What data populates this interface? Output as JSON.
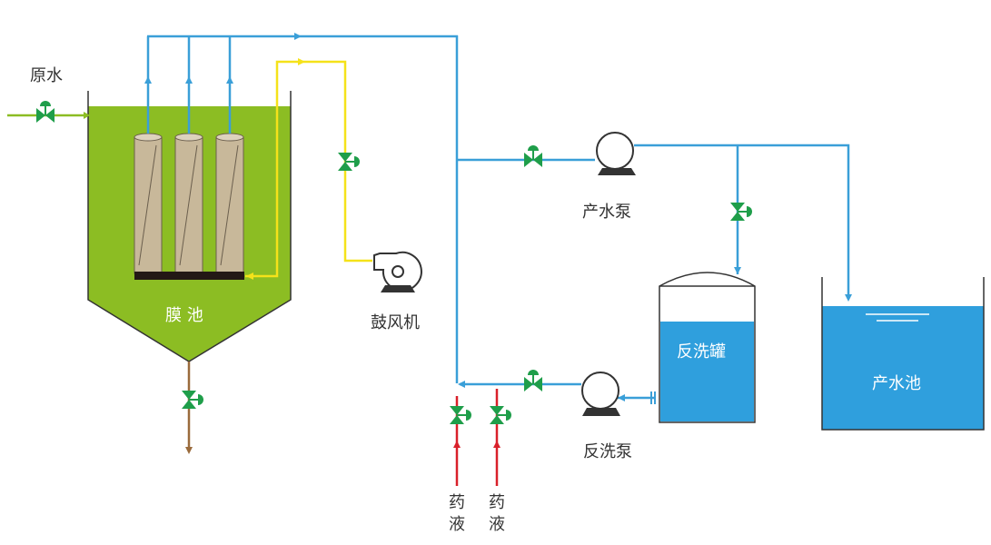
{
  "labels": {
    "raw_water": "原水",
    "membrane_tank": "膜 池",
    "blower": "鼓风机",
    "product_pump": "产水泵",
    "backwash_tank": "反洗罐",
    "backwash_pump": "反洗泵",
    "product_tank": "产水池",
    "chemical_1": "药液",
    "chemical_2": "药液"
  },
  "colors": {
    "tank_green": "#8cbd23",
    "water_blue": "#2f9fdd",
    "pipe_blue": "#3a9fd8",
    "air_yellow": "#f5e21a",
    "chemical_red": "#d9202a",
    "sludge_brown": "#9a6b3c",
    "valve_green": "#1f9e4a",
    "membrane_tan": "#c8b89a",
    "membrane_base": "#231815",
    "raw_water_green": "#8cbd23"
  }
}
